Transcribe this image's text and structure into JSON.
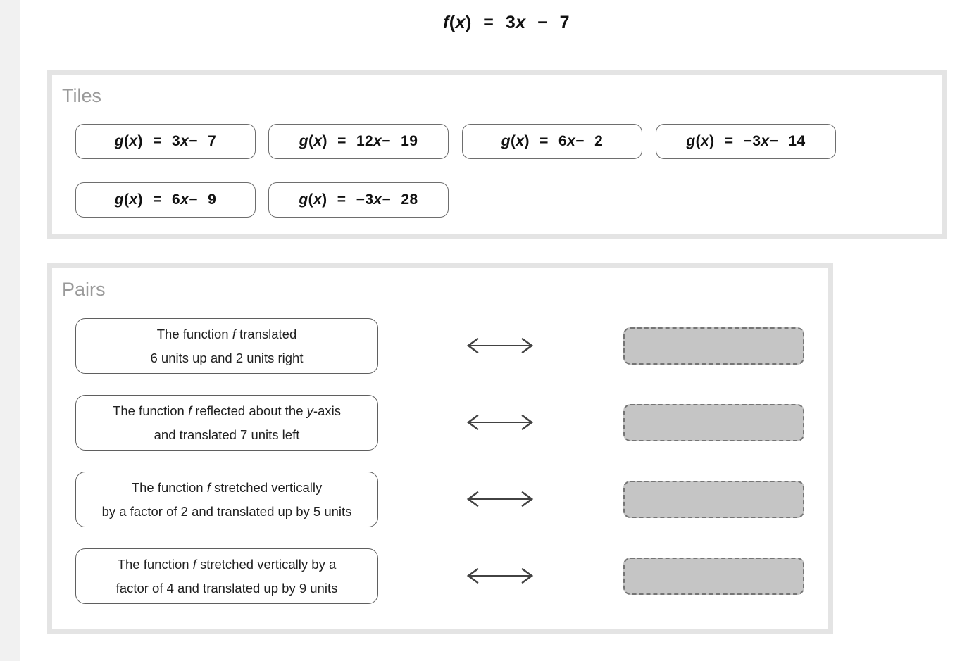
{
  "header": {
    "equation": "*f*(*x*) = 3*x* − 7"
  },
  "tiles_panel": {
    "label": "Tiles",
    "tiles": [
      "*g*(*x*) = 3*x* − 7",
      "*g*(*x*) = 12*x* − 19",
      "*g*(*x*) = 6*x* − 2",
      "*g*(*x*) = −3*x* − 14",
      "*g*(*x*) = 6*x* − 9",
      "*g*(*x*) = −3*x* − 28"
    ]
  },
  "pairs_panel": {
    "label": "Pairs",
    "pairs": [
      {
        "line1": "The function *f* translated",
        "line2": "6 units up and 2 units right"
      },
      {
        "line1": "The function *f* reflected about the *y*-axis",
        "line2": "and translated 7 units left"
      },
      {
        "line1": "The function *f* stretched vertically",
        "line2": "by a factor of 2 and translated up by 5 units"
      },
      {
        "line1": "The function *f* stretched vertically by a",
        "line2": "factor of 4 and translated up by 9 units"
      }
    ]
  },
  "colors": {
    "panel_border": "#e4e4e4",
    "label_gray": "#9a9a9a",
    "tile_border": "#6e6e6e",
    "card_border": "#5f5f5f",
    "dropzone_fill": "#c5c5c5",
    "dropzone_border": "#757575",
    "arrow": "#424242",
    "left_gutter": "#f1f1f1"
  }
}
